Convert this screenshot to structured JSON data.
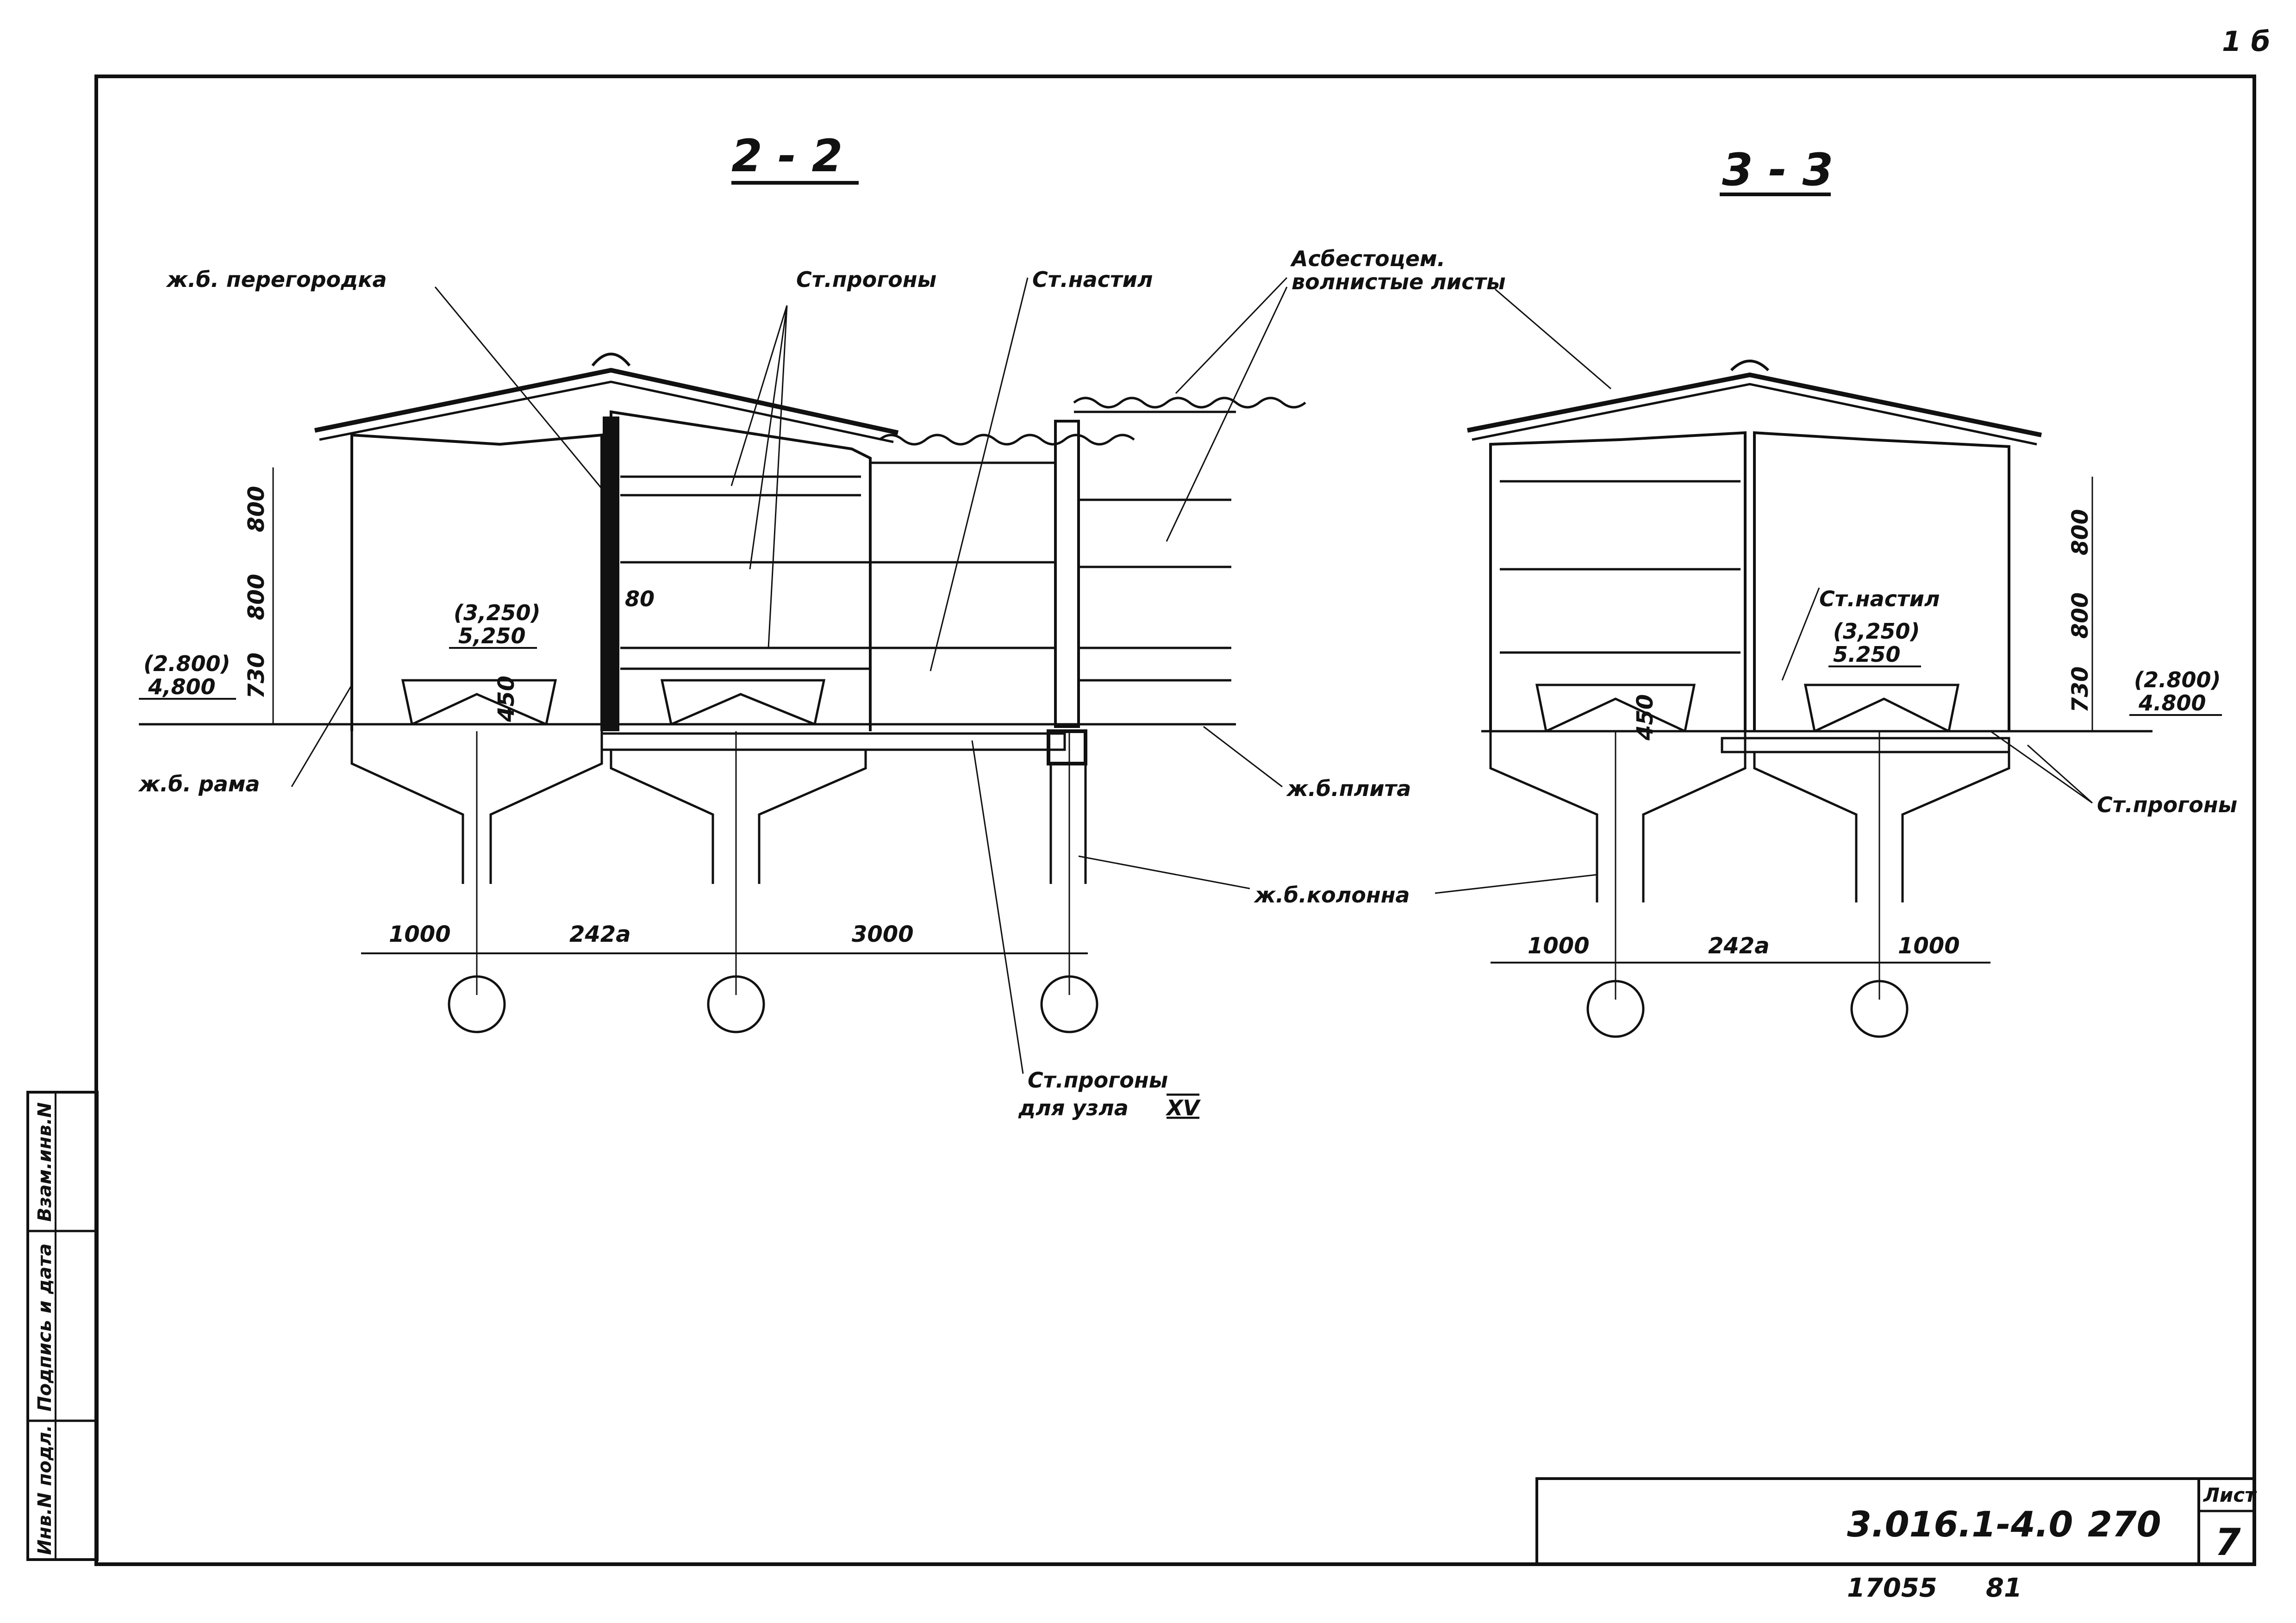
{
  "sheet_corner_mark": "1 б",
  "section_2_2": {
    "title": "2 - 2",
    "labels": {
      "partition": "ж.б. перегородка",
      "purlins_top": "Ст.прогоны",
      "deck": "Ст.настил",
      "asbestos_1": "Асбестоцем.",
      "asbestos_2": "волнистые листы",
      "frame": "ж.б. рама",
      "slab": "ж.б.плита",
      "column": "ж.б.колонна",
      "purlins_node_1": "Ст.прогоны",
      "purlins_node_2": "для узла",
      "node_ref": "XV"
    },
    "level_left_1": "(2.800)",
    "level_left_2": "4,800",
    "level_mid_1": "(3,250)",
    "level_mid_2": "5,250",
    "vert_dims": [
      "800",
      "800",
      "730"
    ],
    "dim_450": "450",
    "dim_80": "80",
    "horiz_dims": [
      "1000",
      "242a",
      "3000"
    ]
  },
  "section_3_3": {
    "title": "3 - 3",
    "labels": {
      "deck": "Ст.настил",
      "purlins": "Ст.прогоны"
    },
    "level_mid_1": "(3,250)",
    "level_mid_2": "5.250",
    "level_right_1": "(2.800)",
    "level_right_2": "4.800",
    "vert_dims": [
      "800",
      "800",
      "730"
    ],
    "dim_450": "450",
    "horiz_dims": [
      "1000",
      "242a",
      "1000"
    ]
  },
  "side_stamp": [
    "Инв.N подл.",
    "Подпись и дата",
    "Взам.инв.N"
  ],
  "title_block": {
    "doc_code": "3.016.1-4.0",
    "code_no": "270",
    "sheet_label": "Лист",
    "sheet_no": "7"
  },
  "footer_code": "17055",
  "footer_no": "81"
}
